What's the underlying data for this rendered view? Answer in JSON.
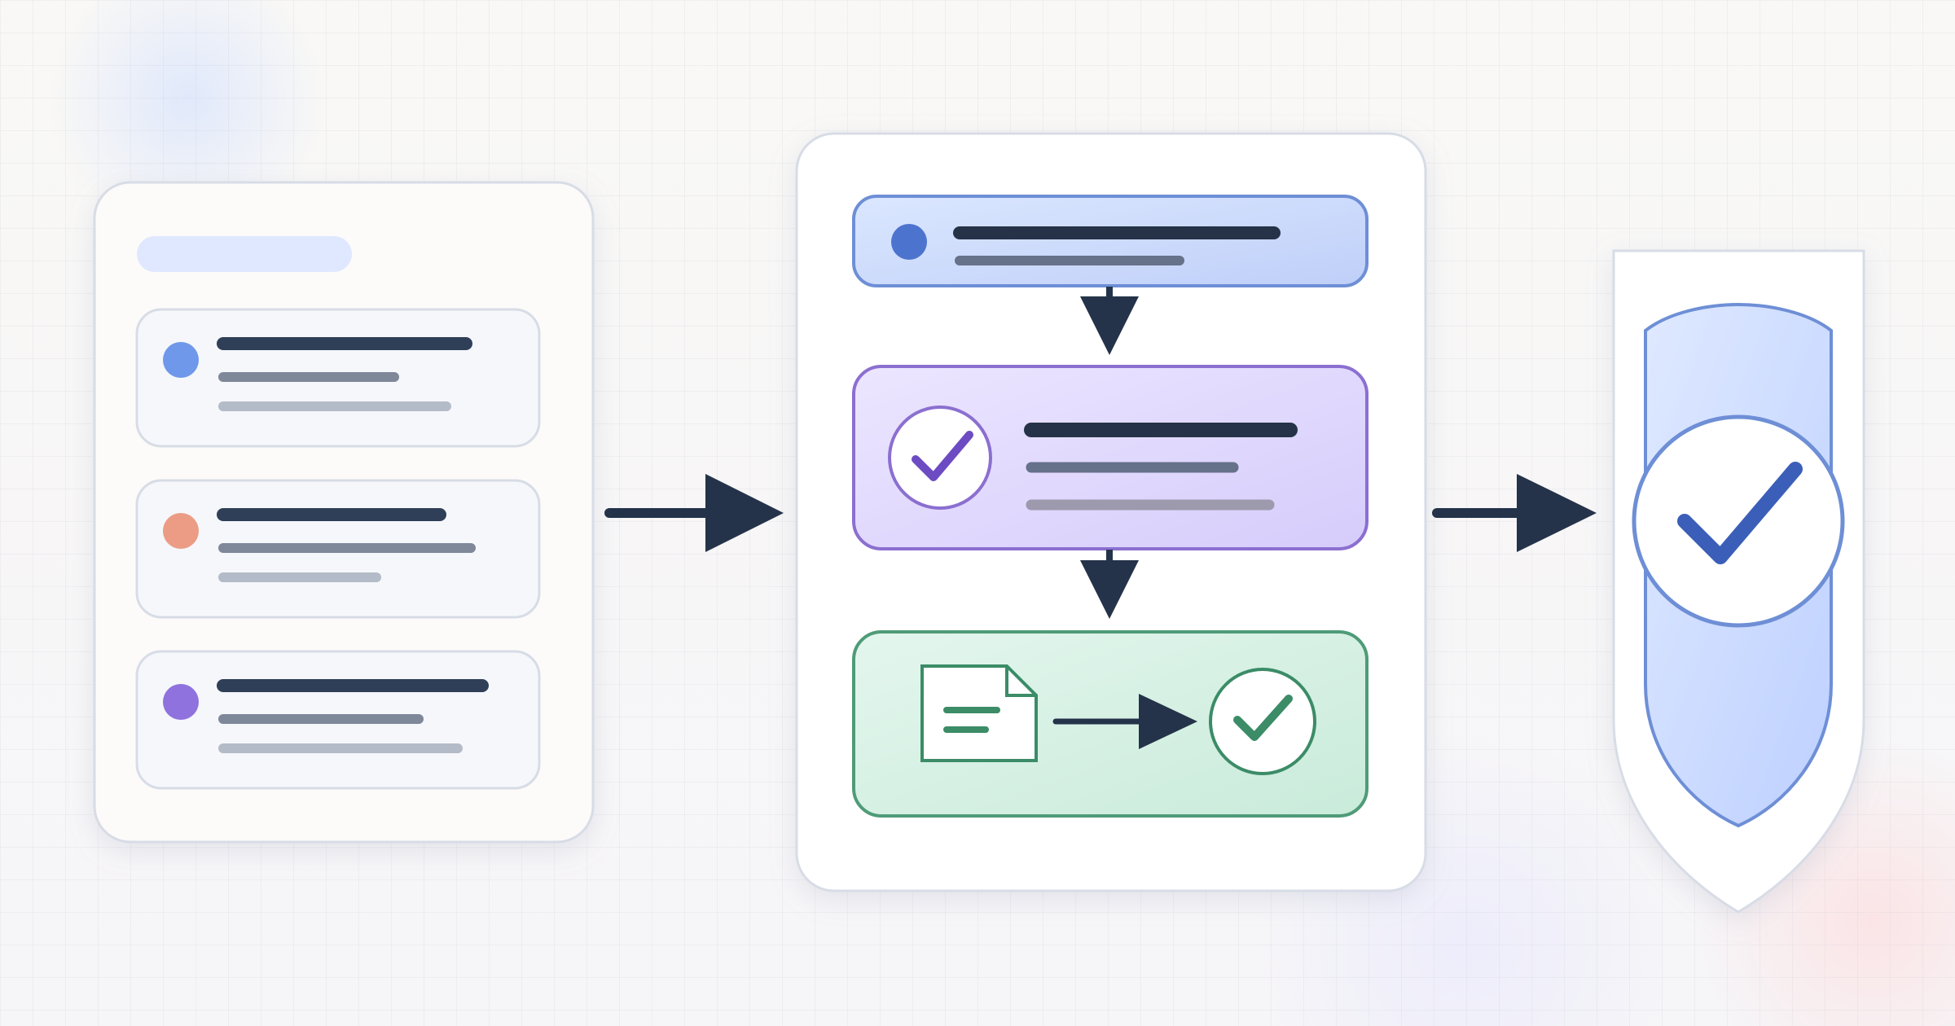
{
  "diagram": {
    "stages": [
      {
        "name": "input-list",
        "items": 3,
        "bullet_colors": [
          "#6f98ea",
          "#ec9c84",
          "#8f72dd"
        ]
      },
      {
        "name": "verification-steps",
        "steps": [
          "header",
          "check",
          "document-to-check"
        ]
      },
      {
        "name": "shield-verified"
      }
    ]
  },
  "colors": {
    "ink": "#2a3950",
    "panel_border": "#d5dbe6",
    "blue_accent": "#4c74cf",
    "purple_accent": "#7c5cc6",
    "green_accent": "#3b8c67"
  },
  "icons": {
    "stage_arrow": "arrow-right-icon",
    "step_arrow": "arrow-down-icon",
    "check": "checkmark-icon",
    "doc": "document-icon",
    "shield": "shield-icon"
  }
}
